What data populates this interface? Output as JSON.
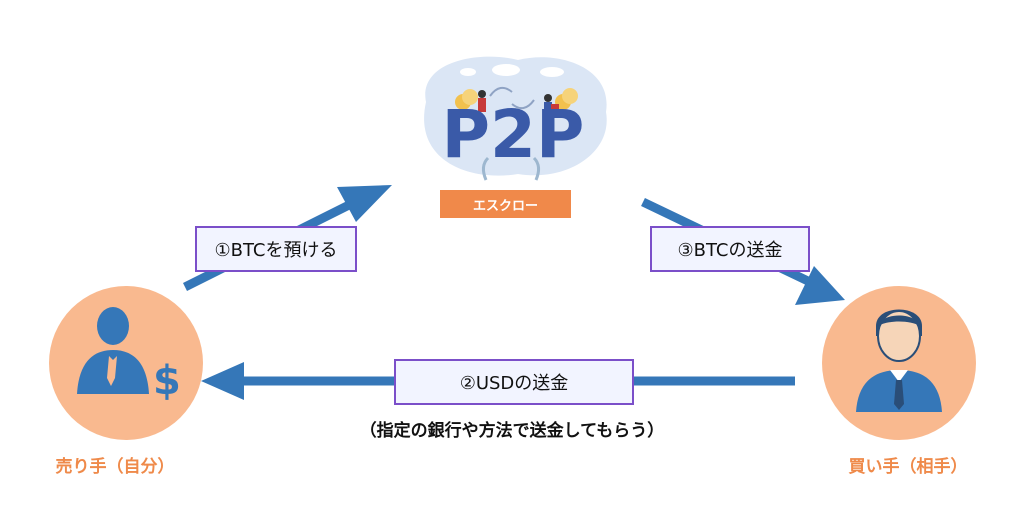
{
  "p2p": {
    "logo_text": "P2P",
    "escrow_label": "エスクロー"
  },
  "steps": {
    "step1": "①BTCを預ける",
    "step2": "②USDの送金",
    "step3": "③BTCの送金"
  },
  "note": "（指定の銀行や方法で送金してもらう）",
  "seller": {
    "label": "売り手（自分）"
  },
  "buyer": {
    "label": "買い手（相手）"
  },
  "colors": {
    "arrow": "#3577b8",
    "avatar_bg": "#f9b98f",
    "label_border": "#7b4fc9",
    "role_text": "#ef8a4a",
    "escrow_bg": "#f0894a",
    "logo": "#3a5aa8"
  }
}
